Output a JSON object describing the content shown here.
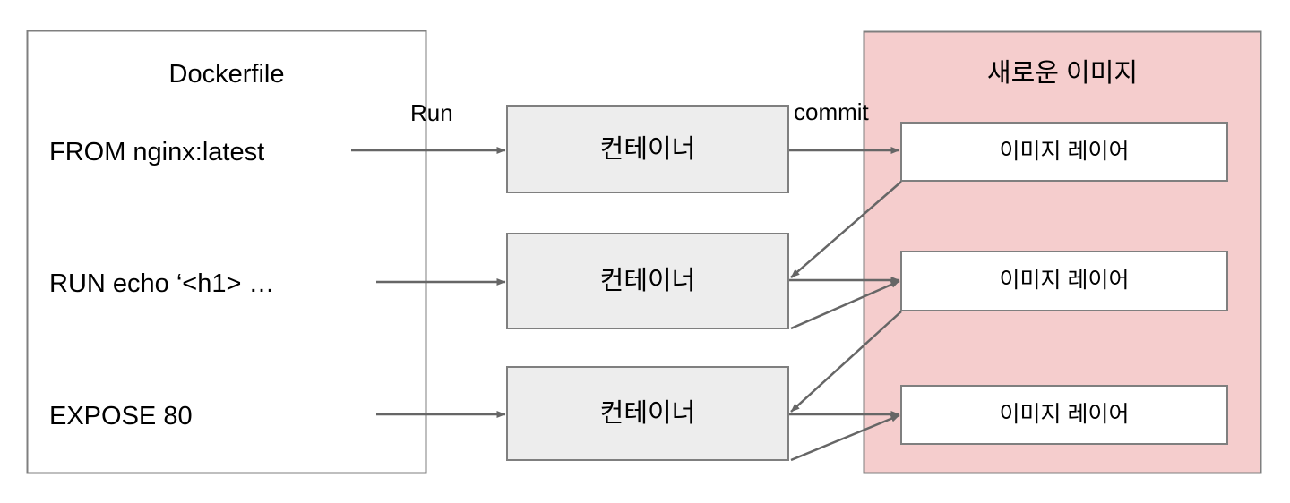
{
  "diagram": {
    "title": "Dockerfile build process",
    "colors": {
      "image_panel_fill": "#f5cdcd",
      "container_fill": "#ededed",
      "layer_fill": "#ffffff",
      "stroke": "#7f7f7f",
      "arrow": "#666666",
      "text": "#000000"
    }
  },
  "dockerfile_panel": {
    "title": "Dockerfile",
    "lines": [
      {
        "text": "FROM nginx:latest"
      },
      {
        "text": "RUN echo ‘<h1> …"
      },
      {
        "text": "EXPOSE 80"
      }
    ]
  },
  "containers": [
    {
      "label": "컨테이너"
    },
    {
      "label": "컨테이너"
    },
    {
      "label": "컨테이너"
    }
  ],
  "image_panel": {
    "title": "새로운 이미지",
    "layers": [
      {
        "label": "이미지 레이어"
      },
      {
        "label": "이미지 레이어"
      },
      {
        "label": "이미지 레이어"
      }
    ]
  },
  "edge_labels": {
    "run": "Run",
    "commit": "commit"
  }
}
